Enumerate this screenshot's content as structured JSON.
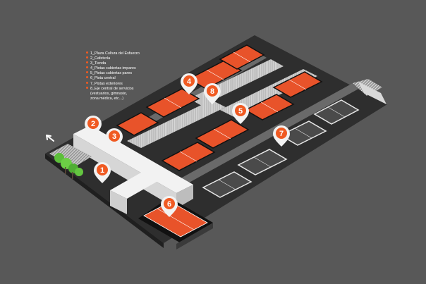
{
  "legend": {
    "items": [
      "1_Plaza Cultura del Esfuerzo",
      "2_Cafetería",
      "3_Tienda",
      "4_Pistas cubiertas impares",
      "5_Pistas cubiertas pares",
      "6_Pista central",
      "7_Pistas exteriores",
      "8_Eje central de servicios"
    ],
    "items_extra": [
      "(vestuarios, gimnasio,",
      "zona médica, etc...)"
    ]
  },
  "markers": [
    "1",
    "2",
    "3",
    "4",
    "5",
    "6",
    "7",
    "8"
  ],
  "colors": {
    "background": "#585858",
    "court_orange": "#e8532a",
    "marker_orange": "#f05a22",
    "building_white": "#f2f2f2",
    "ground_dark": "#2e2e2e",
    "tree_green": "#5cbf3a"
  }
}
